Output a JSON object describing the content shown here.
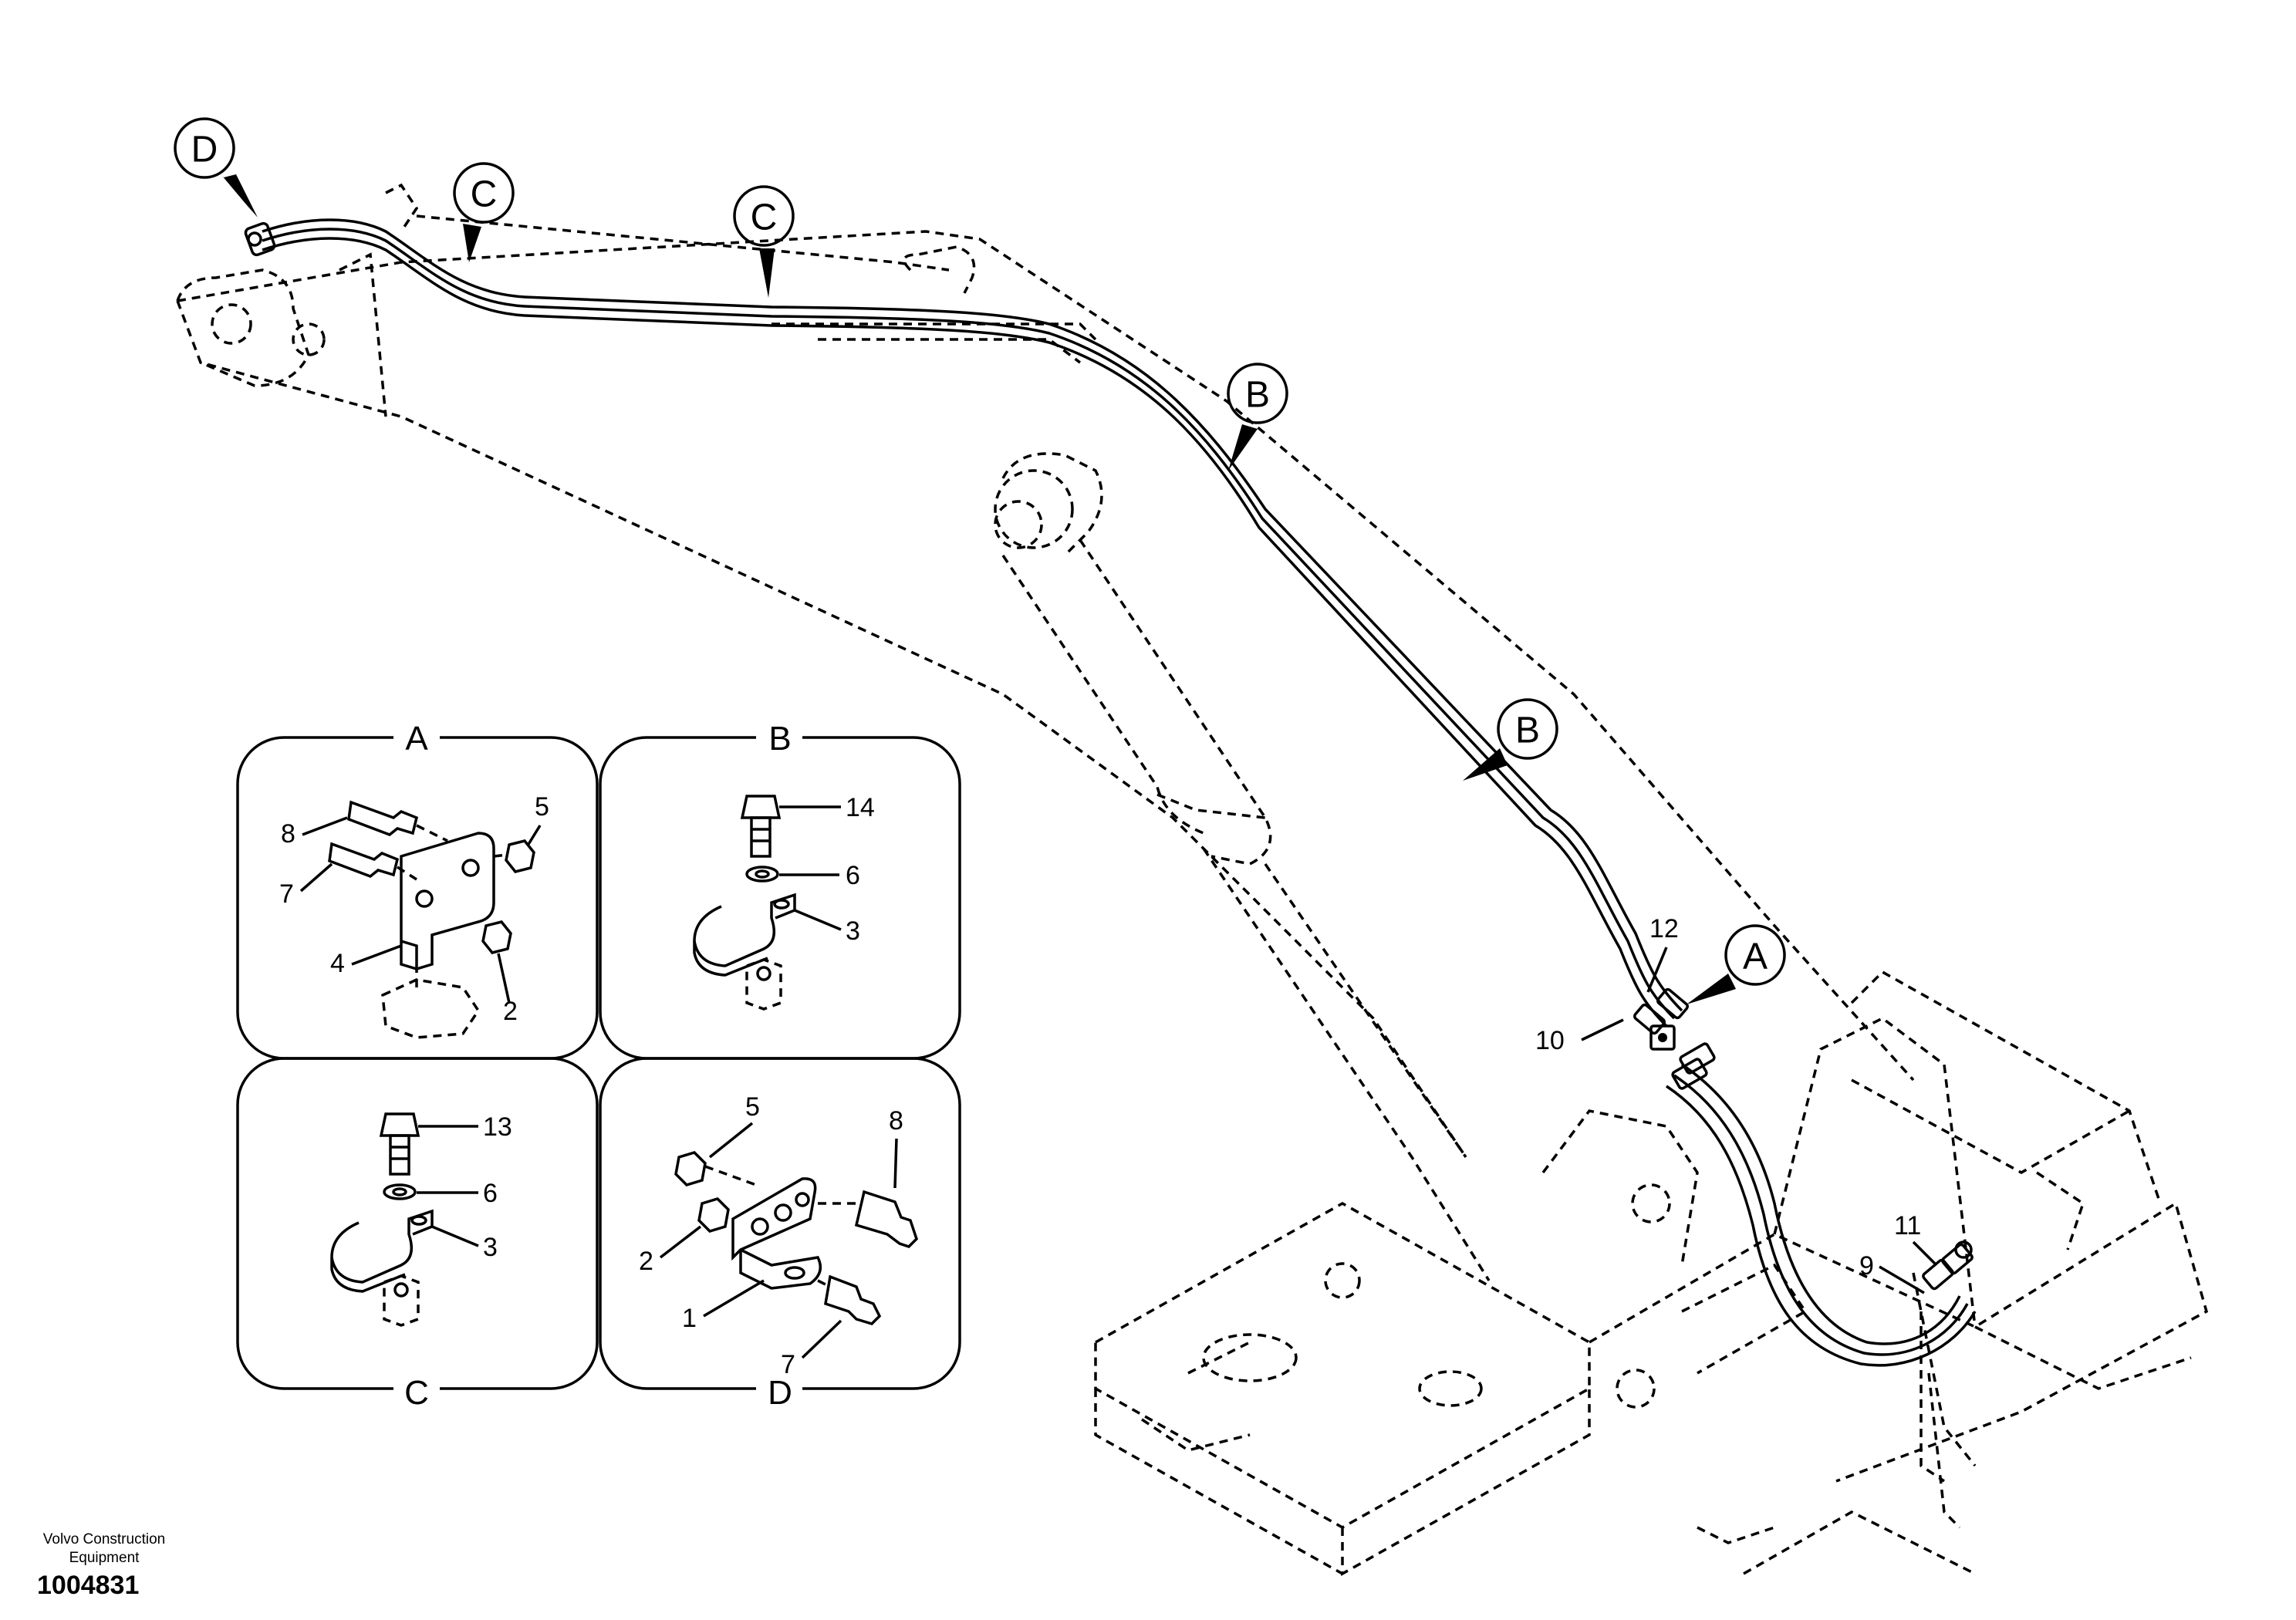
{
  "callouts": {
    "d_top": "D",
    "c_left": "C",
    "c_mid": "C",
    "b_upper": "B",
    "b_lower": "B",
    "a_main": "A"
  },
  "main_labels": {
    "n12": "12",
    "n10": "10",
    "n11": "11",
    "n9": "9"
  },
  "details": {
    "a": {
      "title": "A",
      "labels": {
        "n8": "8",
        "n7": "7",
        "n5": "5",
        "n4": "4",
        "n2": "2"
      }
    },
    "b": {
      "title": "B",
      "labels": {
        "n14": "14",
        "n6": "6",
        "n3": "3"
      }
    },
    "c": {
      "title": "C",
      "labels": {
        "n13": "13",
        "n6": "6",
        "n3": "3"
      }
    },
    "d": {
      "title": "D",
      "labels": {
        "n5": "5",
        "n8": "8",
        "n2": "2",
        "n1": "1",
        "n7": "7"
      }
    }
  },
  "footer": {
    "company_line1": "Volvo Construction",
    "company_line2": "Equipment",
    "part_number": "1004831"
  }
}
